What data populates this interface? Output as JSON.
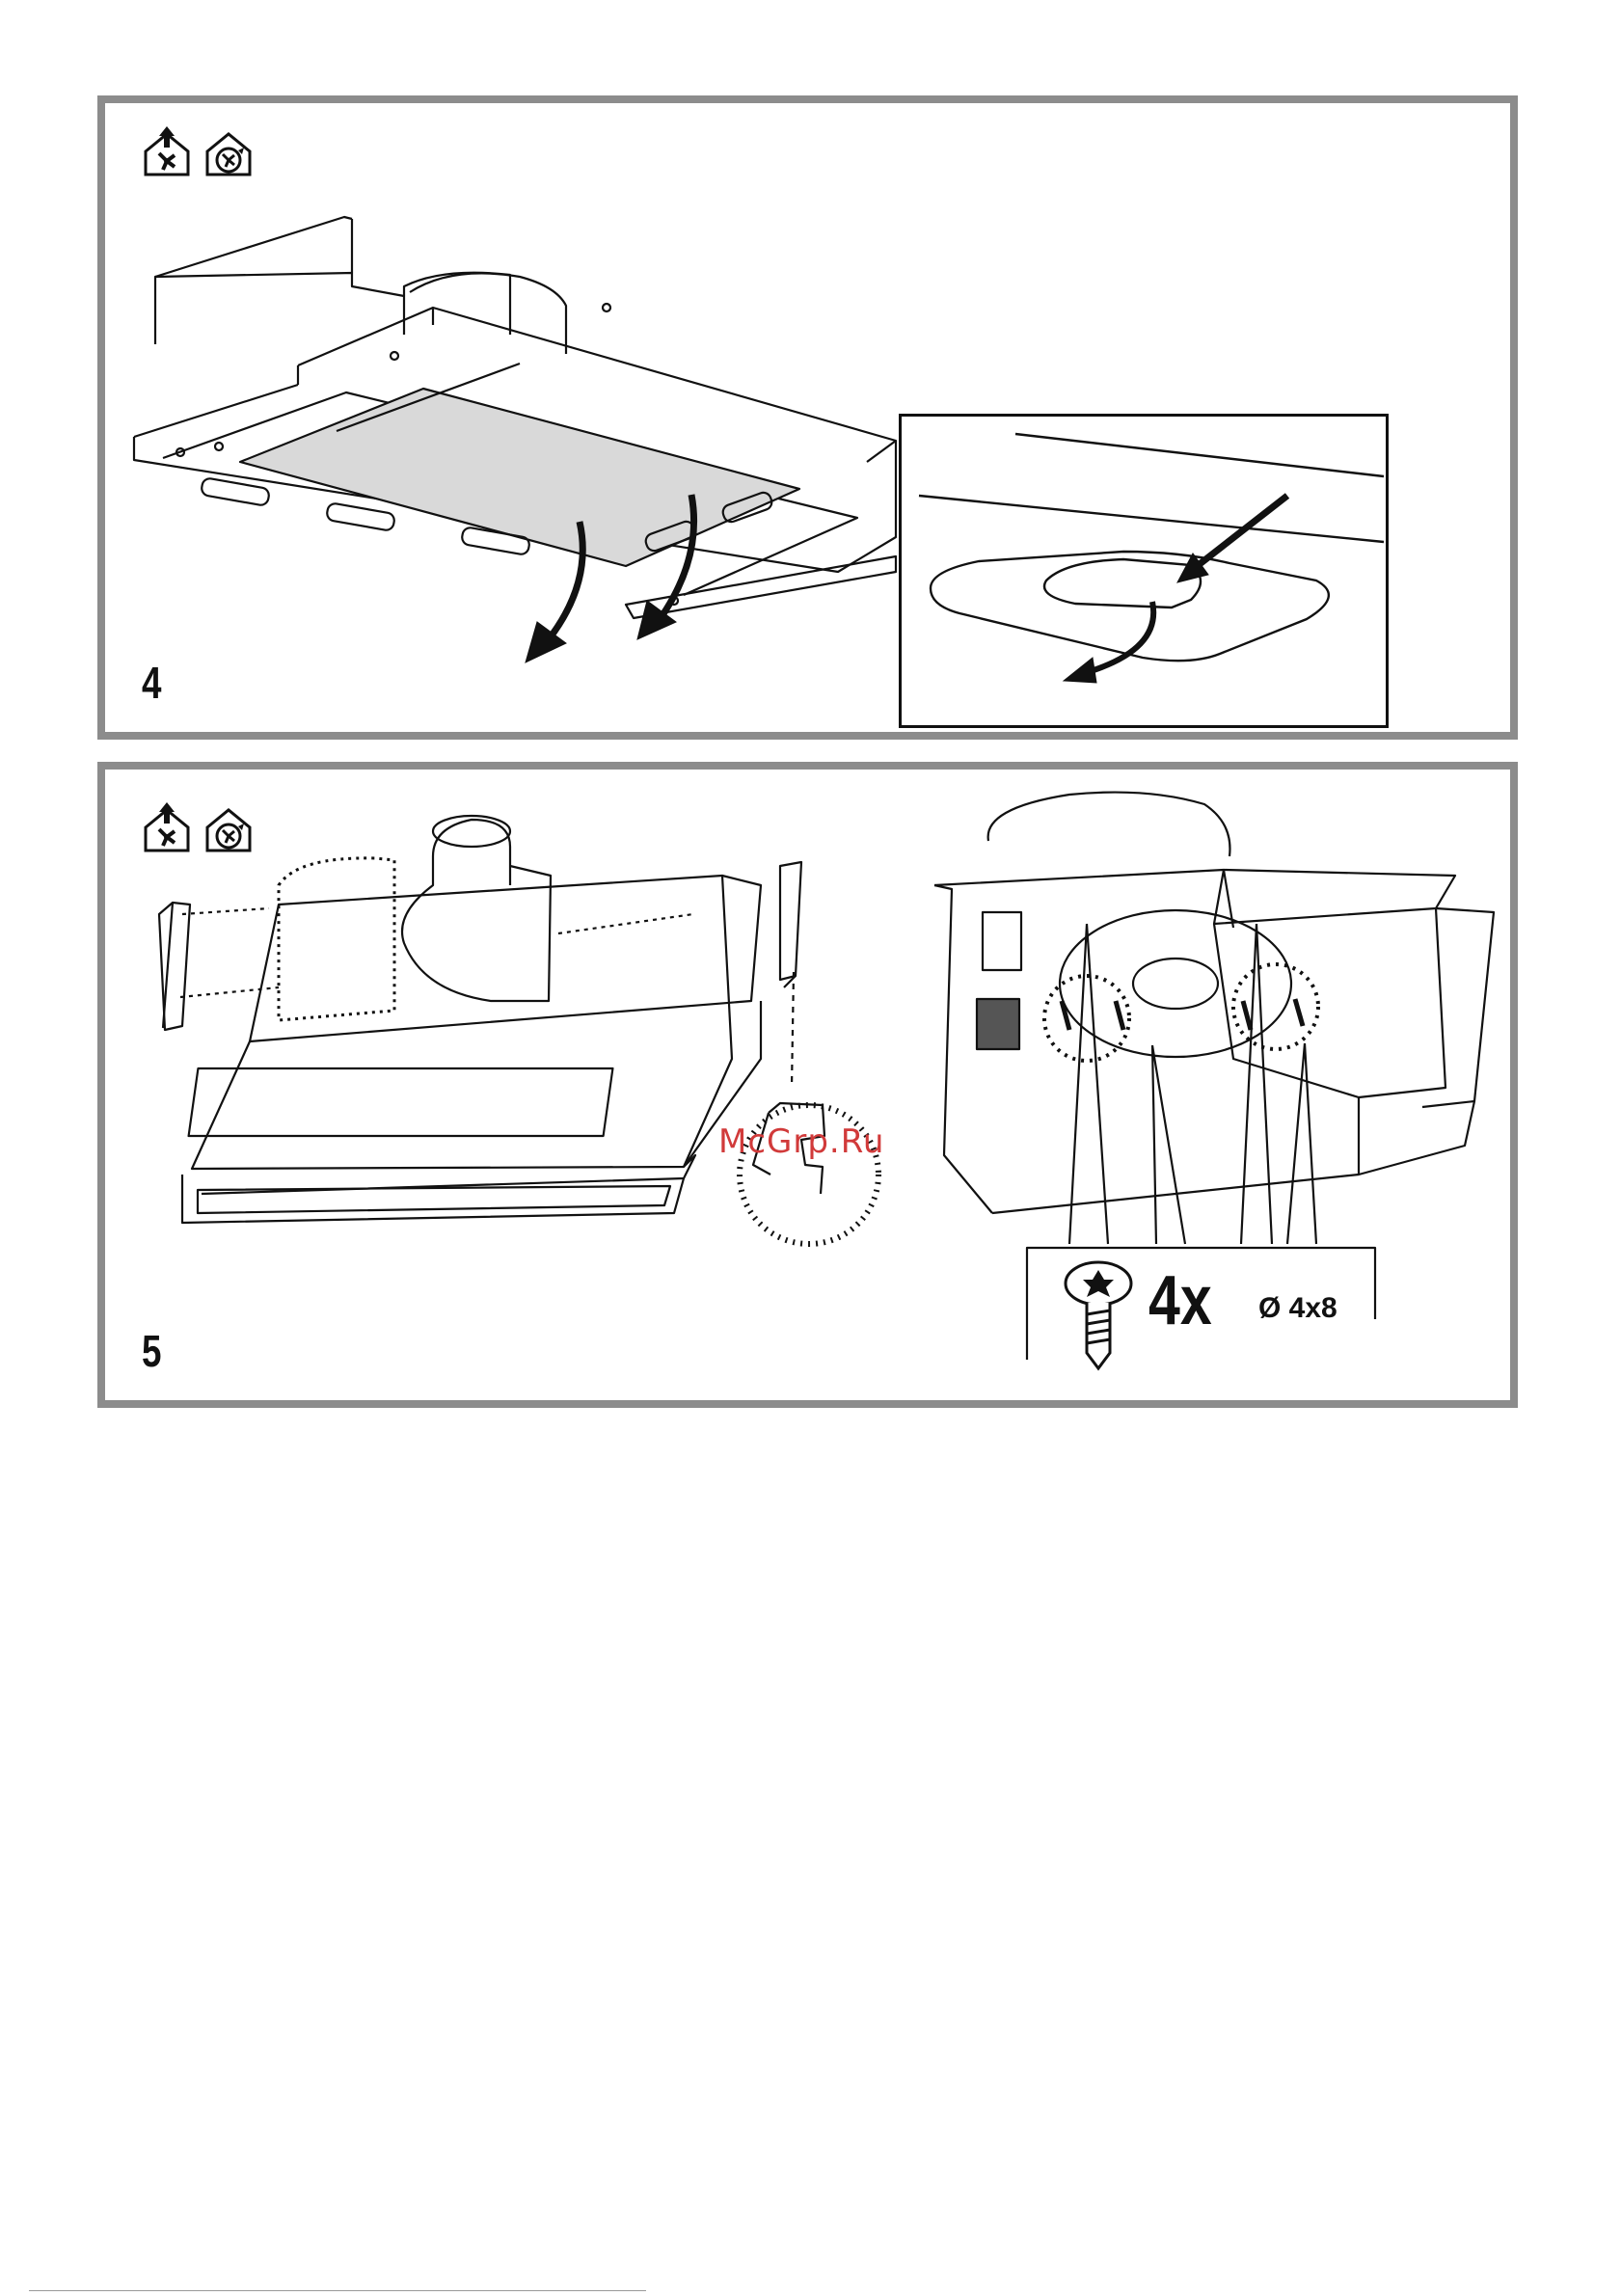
{
  "panels": [
    {
      "step_label": "4",
      "icons": [
        "ducted-extraction-icon",
        "recirculation-icon"
      ]
    },
    {
      "step_label": "5",
      "icons": [
        "ducted-extraction-icon",
        "recirculation-icon"
      ]
    }
  ],
  "screw_callout": {
    "count": "4x",
    "size": "Ø 4x8",
    "icon": "torx-screw-icon"
  },
  "watermark": "McGrp.Ru",
  "colors": {
    "frame": "#8c8c8c",
    "line": "#111111",
    "filter_fill": "#d9d9d9",
    "watermark": "#d13a3a"
  }
}
